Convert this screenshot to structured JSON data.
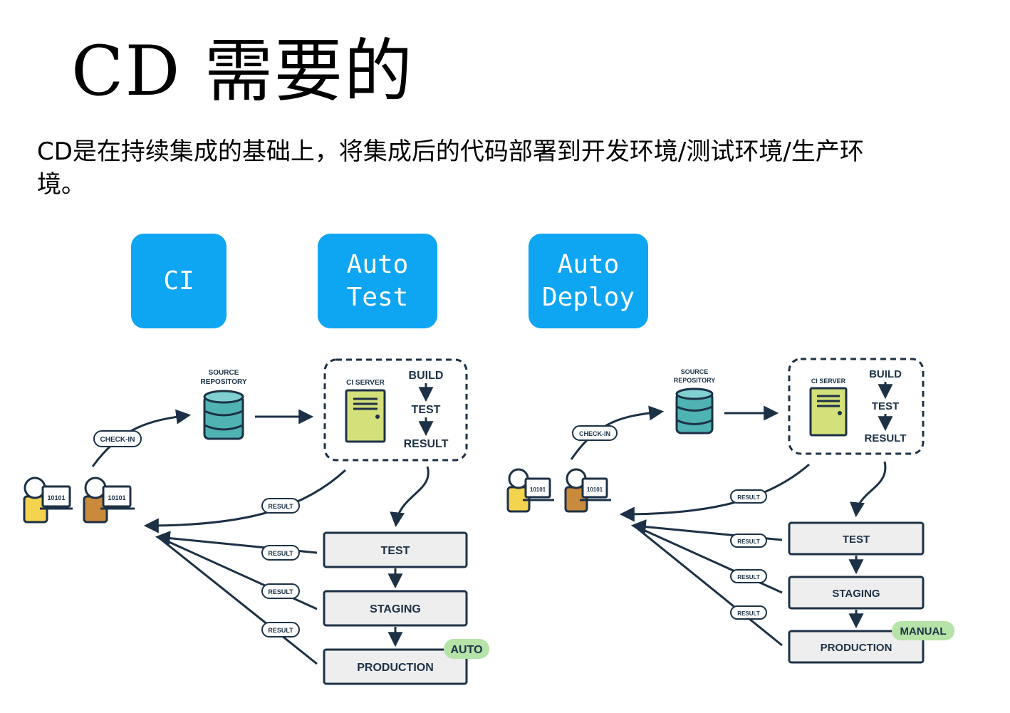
{
  "slide": {
    "title": "CD 需要的",
    "description": "CD是在持续集成的基础上，将集成后的代码部署到开发环境/测试环境/生产环境。"
  },
  "tags": {
    "ci": "CI",
    "auto_test": [
      "Auto",
      "Test"
    ],
    "auto_deploy": [
      "Auto",
      "Deploy"
    ]
  },
  "colors": {
    "tag_blue": "#0ea5f3",
    "database_teal": "#4fb3b3",
    "server_green": "#d4e07a",
    "stage_box_fill": "#eeeeee",
    "badge_green": "#b6e3a8",
    "line_navy": "#1d3146"
  },
  "diagram_left": {
    "checkin": "CHECK-IN",
    "source_repo": [
      "SOURCE",
      "REPOSITORY"
    ],
    "ci_server": "CI SERVER",
    "pipeline": [
      "BUILD",
      "TEST",
      "RESULT"
    ],
    "result": "RESULT",
    "code": "10101",
    "stages": [
      "TEST",
      "STAGING",
      "PRODUCTION"
    ],
    "badge": "AUTO"
  },
  "diagram_right": {
    "checkin": "CHECK-IN",
    "source_repo": [
      "SOURCE",
      "REPOSITORY"
    ],
    "ci_server": "CI SERVER",
    "pipeline": [
      "BUILD",
      "TEST",
      "RESULT"
    ],
    "result": "RESULT",
    "code": "10101",
    "stages": [
      "TEST",
      "STAGING",
      "PRODUCTION"
    ],
    "badge": "MANUAL"
  }
}
